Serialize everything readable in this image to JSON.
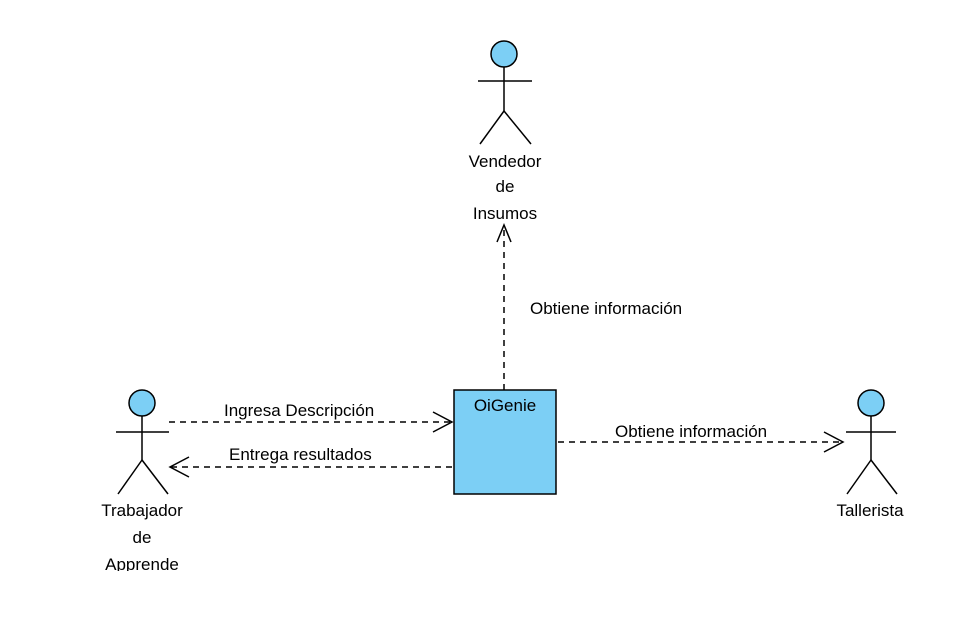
{
  "system": {
    "label": "OiGenie",
    "fill": "#7ccff5"
  },
  "actors": {
    "vendedor": {
      "lines": [
        "Vendedor",
        "de",
        "Insumos"
      ]
    },
    "trabajador": {
      "lines": [
        "Trabajador",
        "de",
        "Apprende"
      ]
    },
    "tallerista": {
      "lines": [
        "Tallerista"
      ]
    }
  },
  "actor_head_fill": "#7ccff5",
  "relations": {
    "to_vendedor": "Obtiene información",
    "to_system": "Ingresa Descripción",
    "to_trabajador": "Entrega resultados",
    "to_tallerista": "Obtiene información"
  }
}
